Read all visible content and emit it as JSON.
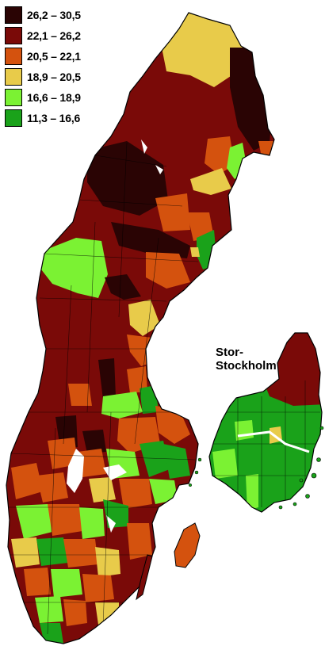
{
  "legend": {
    "items": [
      {
        "label": "26,2 – 30,5",
        "color": "#2a0404"
      },
      {
        "label": "22,1 – 26,2",
        "color": "#7a0a08"
      },
      {
        "label": "20,5 – 22,1",
        "color": "#d4520e"
      },
      {
        "label": "18,9 – 20,5",
        "color": "#e8cb4a"
      },
      {
        "label": "16,6 – 18,9",
        "color": "#7bf233"
      },
      {
        "label": "11,3 – 16,6",
        "color": "#1aa21a"
      }
    ]
  },
  "inset": {
    "title_line1": "Stor-",
    "title_line2": "Stockholm"
  }
}
